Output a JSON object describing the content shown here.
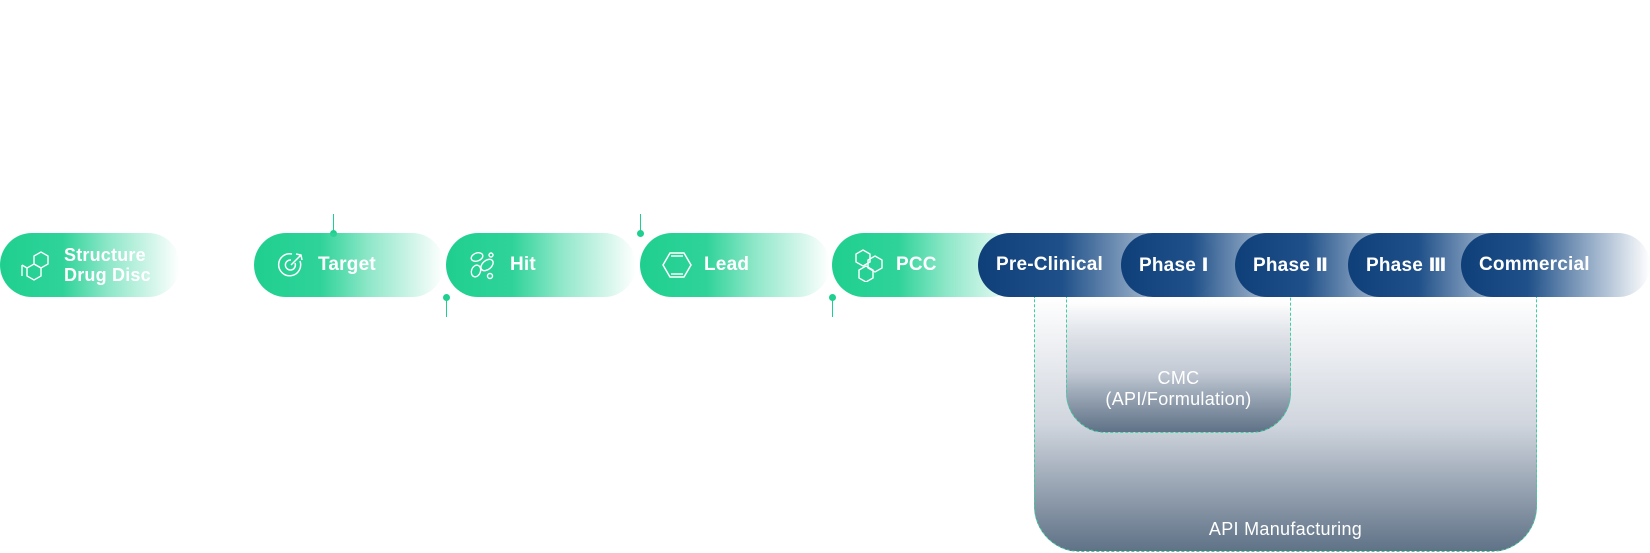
{
  "pipeline": {
    "discovery": [
      {
        "label_line1": "Structure",
        "label_line2": "Drug Disc",
        "icon": "molecule-icon"
      },
      {
        "label": "Target",
        "icon": "target-icon"
      },
      {
        "label": "Hit",
        "icon": "cells-icon"
      },
      {
        "label": "Lead",
        "icon": "hexagon-icon"
      },
      {
        "label": "PCC",
        "icon": "hexagon-cluster-icon"
      }
    ],
    "development": [
      {
        "label": "Pre-Clinical"
      },
      {
        "label": "Phase Ⅰ"
      },
      {
        "label": "Phase Ⅱ"
      },
      {
        "label": "Phase Ⅲ"
      },
      {
        "label": "Commercial"
      }
    ]
  },
  "brackets": {
    "cmc": {
      "line1": "CMC",
      "line2": "(API/Formulation)"
    },
    "api": {
      "label": "API Manufacturing"
    }
  },
  "colors": {
    "discovery_green": "#1fcf8f",
    "development_navy": "#0f3f78",
    "bracket_slate": "#5f7287"
  }
}
